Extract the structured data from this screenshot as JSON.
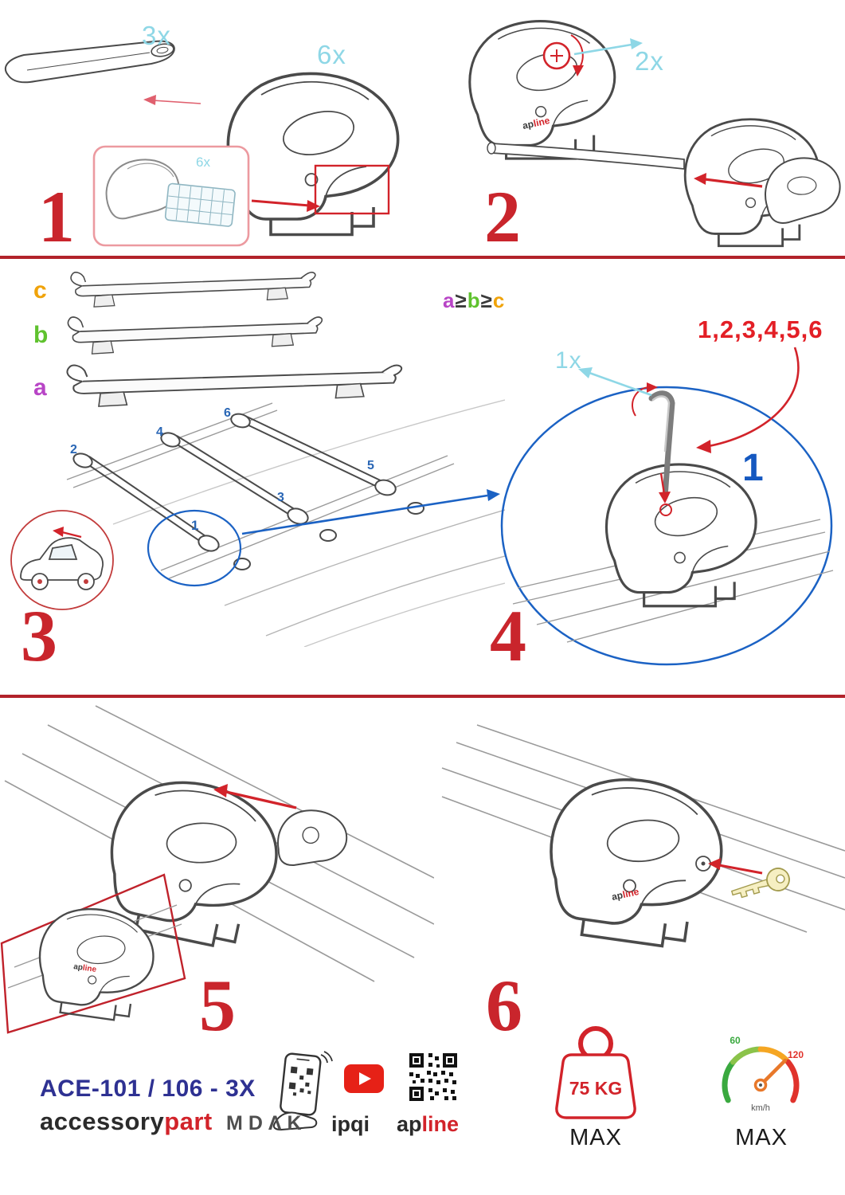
{
  "colors": {
    "brand_red": "#d2232a",
    "numeral_red": "#c9252c",
    "cyan": "#8ed7e6",
    "blue": "#1b62c4",
    "navy": "#2e3192",
    "label_a": "#b845c6",
    "label_b": "#5fc22e",
    "label_c": "#f0a30a"
  },
  "step1": {
    "number": "1",
    "bar_qty": "3x",
    "foot_qty": "6x",
    "inset_qty": "6x"
  },
  "step2": {
    "number": "2",
    "knob_qty": "2x"
  },
  "step3": {
    "number": "3",
    "bar_labels": {
      "c": "c",
      "b": "b",
      "a": "a"
    },
    "formula": {
      "a": "a",
      "ge1": "≥",
      "b": "b",
      "ge2": "≥",
      "c": "c"
    },
    "positions": {
      "p1": "1",
      "p2": "2",
      "p3": "3",
      "p4": "4",
      "p5": "5",
      "p6": "6"
    }
  },
  "step4": {
    "number": "4",
    "key_qty": "1x",
    "sequence": "1,2,3,4,5,6",
    "first_pos": "1"
  },
  "step5": {
    "number": "5"
  },
  "step6": {
    "number": "6"
  },
  "badge": {
    "ap": "ap",
    "line": "line"
  },
  "footer": {
    "model": "ACE-101 / 106 - 3X",
    "brand_black": "accessory",
    "brand_red": "part",
    "mdak": "MDΛK",
    "ipqi": "ipqi",
    "apline_black": "ap",
    "apline_red": "line",
    "weight_value": "75 KG",
    "weight_max": "MAX",
    "speed_low": "60",
    "speed_high": "120",
    "speed_unit": "km/h",
    "speed_max": "MAX"
  }
}
